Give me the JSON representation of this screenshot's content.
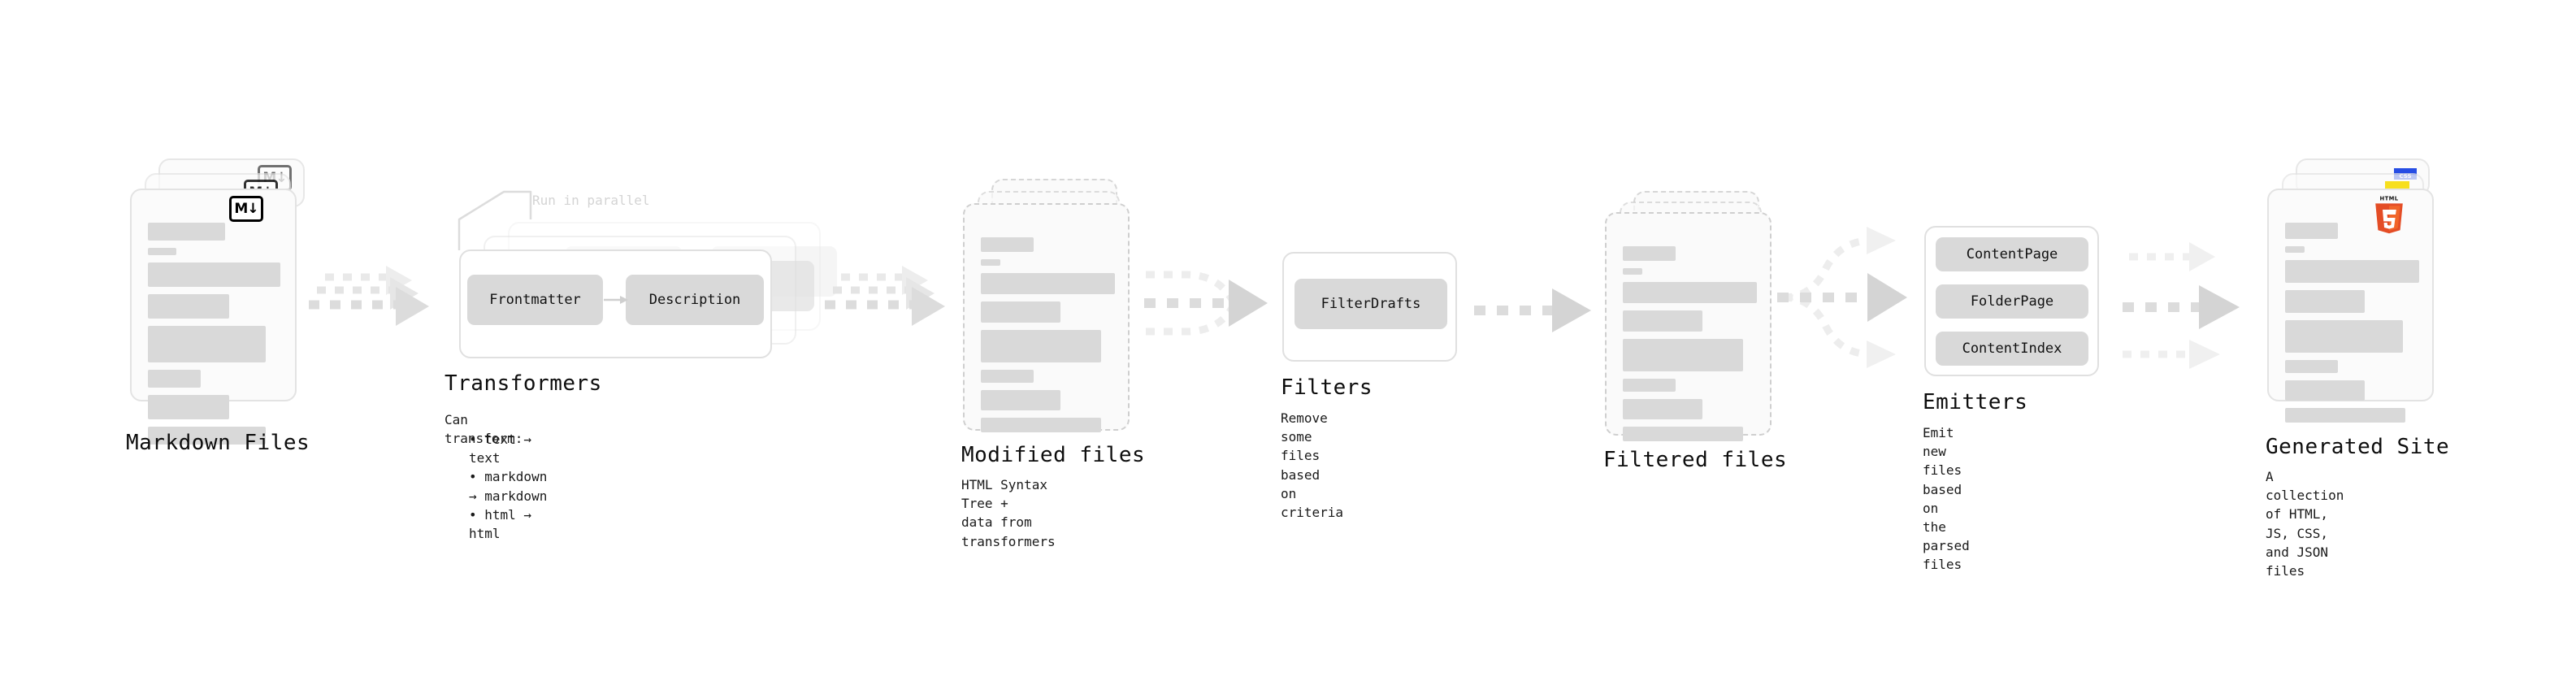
{
  "diagram": {
    "type": "pipeline-flow",
    "background": "#ffffff",
    "accent_colors": {
      "bar": "#d9d9d9",
      "card_border": "#e3e3e3",
      "dashed_border": "#cfcfcf",
      "arrow": "#d4d4d4",
      "pill": "#d9d9d9",
      "html5_orange": "#e44d26",
      "html5_orange_light": "#f16529",
      "js_yellow": "#f7df1e",
      "css_blue": "#264de4"
    }
  },
  "stages": [
    {
      "id": "markdown-files",
      "title": "Markdown Files",
      "subtitle": "",
      "badge": "markdown-icon",
      "badge_text": "M",
      "card_style": "solid",
      "card_count": 3
    },
    {
      "id": "transformers",
      "title": "Transformers",
      "subtitle": "Can transform:",
      "list": [
        "text → text",
        "markdown → markdown",
        "html → html"
      ],
      "note": "Run in parallel",
      "pills": [
        "Frontmatter",
        "Description"
      ],
      "box_count": 3
    },
    {
      "id": "modified-files",
      "title": "Modified files",
      "subtitle": "HTML Syntax Tree +\ndata from transformers",
      "card_style": "dashed",
      "card_count": 3
    },
    {
      "id": "filters",
      "title": "Filters",
      "subtitle": "Remove some files based\non criteria",
      "pills": [
        "FilterDrafts"
      ],
      "box_count": 1
    },
    {
      "id": "filtered-files",
      "title": "Filtered files",
      "subtitle": "",
      "card_style": "dashed",
      "card_count": 3
    },
    {
      "id": "emitters",
      "title": "Emitters",
      "subtitle": "Emit new files based on\nthe parsed files",
      "pills": [
        "ContentPage",
        "FolderPage",
        "ContentIndex"
      ],
      "box_count": 1
    },
    {
      "id": "generated-site",
      "title": "Generated Site",
      "subtitle": "A collection of HTML,\nJS, CSS, and JSON files",
      "badges": [
        "html5-icon",
        "js-icon",
        "css-icon"
      ],
      "badge_labels": {
        "html5_top": "HTML",
        "html5_num": "5",
        "css": "CSS"
      },
      "card_style": "solid",
      "card_count": 3
    }
  ],
  "connectors": [
    {
      "id": "md-to-transformers",
      "style": "triple-parallel-dashed"
    },
    {
      "id": "transformers-to-modified",
      "style": "triple-parallel-dashed"
    },
    {
      "id": "modified-to-filters",
      "style": "merge-dashed"
    },
    {
      "id": "filters-to-filtered",
      "style": "single-dashed"
    },
    {
      "id": "filtered-to-emitters",
      "style": "branch-dashed"
    },
    {
      "id": "emitters-to-site",
      "style": "triple-parallel-dashed"
    }
  ],
  "card_bars": [
    {
      "w": 95,
      "h": 22
    },
    {
      "w": 35,
      "h": 9
    },
    {
      "w": 190,
      "h": 30
    },
    {
      "w": 115,
      "h": 30
    },
    {
      "w": 175,
      "h": 45
    },
    {
      "w": 80,
      "h": 22
    },
    {
      "w": 115,
      "h": 30
    },
    {
      "w": 165,
      "h": 22
    }
  ]
}
